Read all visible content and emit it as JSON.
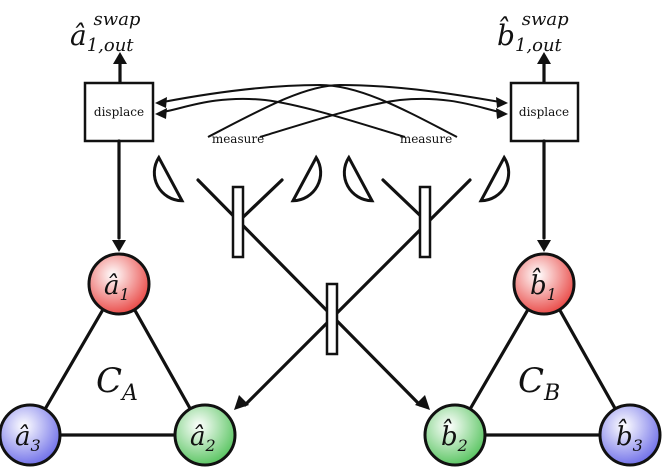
{
  "outputs": {
    "a": {
      "base": "â",
      "sub": "1,out",
      "sup": "swap"
    },
    "b": {
      "base": "b̂",
      "sub": "1,out",
      "sup": "swap"
    }
  },
  "boxes": {
    "left": "displace",
    "right": "displace"
  },
  "measure_labels": {
    "left": "measure",
    "right": "measure"
  },
  "clusters": {
    "A": {
      "script": "C",
      "sub": "A"
    },
    "B": {
      "script": "C",
      "sub": "B"
    }
  },
  "nodes": {
    "a1": {
      "base": "â",
      "sub": "1",
      "color": "#e8423f"
    },
    "a2": {
      "base": "â",
      "sub": "2",
      "color": "#52c25a"
    },
    "a3": {
      "base": "â",
      "sub": "3",
      "color": "#6a6ae8"
    },
    "b1": {
      "base": "b̂",
      "sub": "1",
      "color": "#e8423f"
    },
    "b2": {
      "base": "b̂",
      "sub": "2",
      "color": "#52c25a"
    },
    "b3": {
      "base": "b̂",
      "sub": "3",
      "color": "#6a6ae8"
    }
  }
}
